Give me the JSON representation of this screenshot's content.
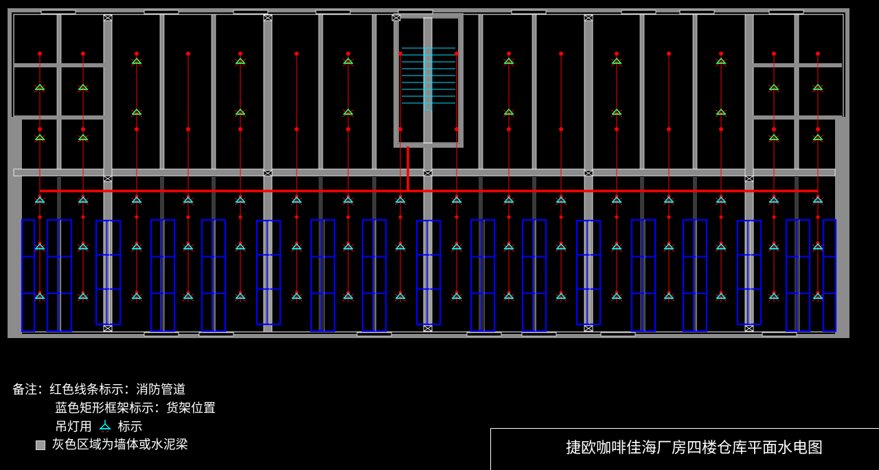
{
  "legend": {
    "prefix": "备注：",
    "line1": "红色线条标示：消防管道",
    "line2": "蓝色矩形框架标示：货架位置",
    "line3a": "吊灯用",
    "line3b": "标示",
    "line4": "灰色区域为墙体或水泥梁"
  },
  "title": "捷欧咖啡佳海厂房四楼仓库平面水电图",
  "colors": {
    "wall": "#8c8c8c",
    "pipe": "#ff0000",
    "rack": "#0000ff",
    "lamp": "#00ffff",
    "stair": "#00e0ff",
    "outline": "#ffffff"
  },
  "icons": [
    "lamp-icon",
    "sprinkler-icon",
    "column-x-icon",
    "wall-swatch-icon"
  ]
}
